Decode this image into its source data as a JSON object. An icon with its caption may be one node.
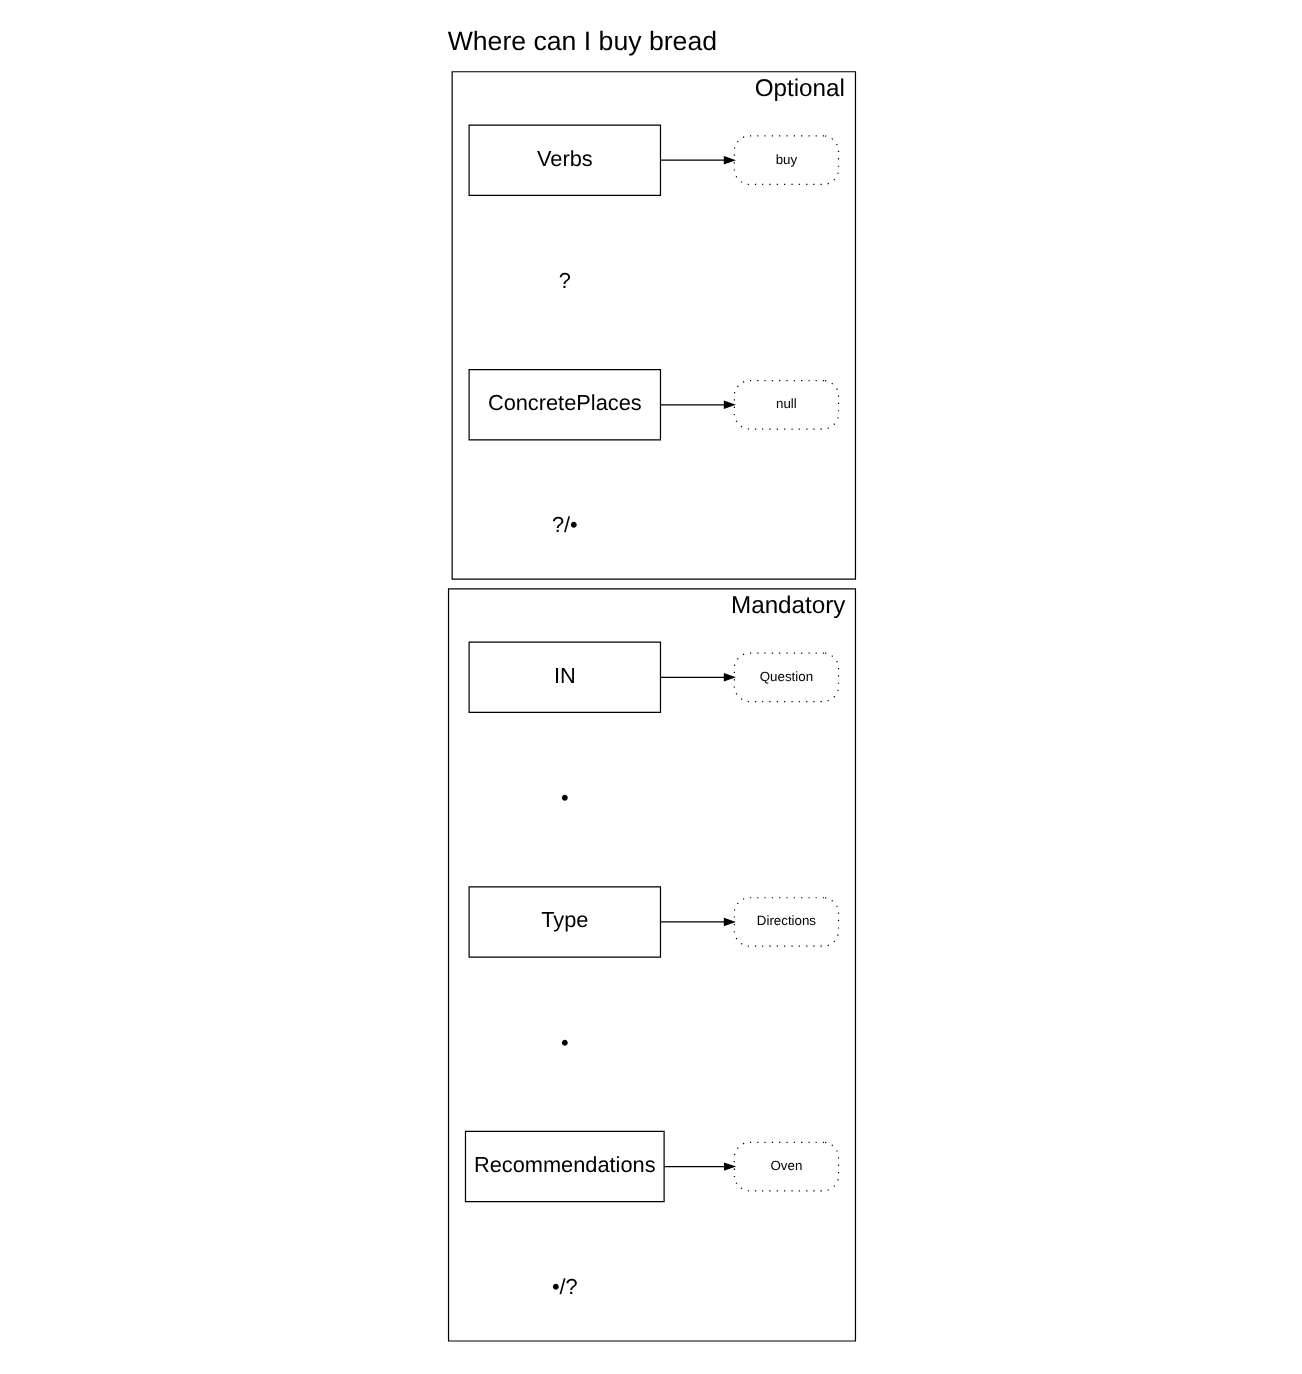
{
  "diagram": {
    "title": "Where can I buy bread",
    "nodes": [
      {
        "text": [
          "Mandatory"
        ]
      },
      {
        "text": [
          "IN"
        ],
        "in": 0,
        "beside": [
          "•"
        ]
      },
      {
        "text": [
          "Question"
        ],
        "in": 0
      },
      {
        "text": [
          "Type"
        ],
        "in": 0,
        "beside": [
          "•"
        ]
      },
      {
        "text": [
          "Directions"
        ],
        "in": 0
      },
      {
        "text": [
          "Recommendations"
        ],
        "in": 0,
        "beside": [
          "•/?"
        ]
      },
      {
        "text": [
          "Oven"
        ],
        "in": 0
      },
      {
        "text": [
          "Optional"
        ]
      },
      {
        "text": [
          "Verbs"
        ],
        "in": 7,
        "beside": [
          "?"
        ]
      },
      {
        "text": [
          "buy"
        ],
        "in": 7
      },
      {
        "text": [
          "ConcretePlaces"
        ],
        "in": 7,
        "beside": [
          "?/•"
        ]
      },
      {
        "text": [
          "null"
        ],
        "in": 7
      }
    ],
    "edges": [
      {
        "from": 1,
        "to": 2,
        "arrow": "to"
      },
      {
        "from": 3,
        "to": 4,
        "arrow": "to"
      },
      {
        "from": 5,
        "to": 6,
        "arrow": "to"
      },
      {
        "from": 8,
        "to": 9,
        "arrow": "to"
      },
      {
        "from": 10,
        "to": 11,
        "arrow": "to"
      }
    ]
  }
}
